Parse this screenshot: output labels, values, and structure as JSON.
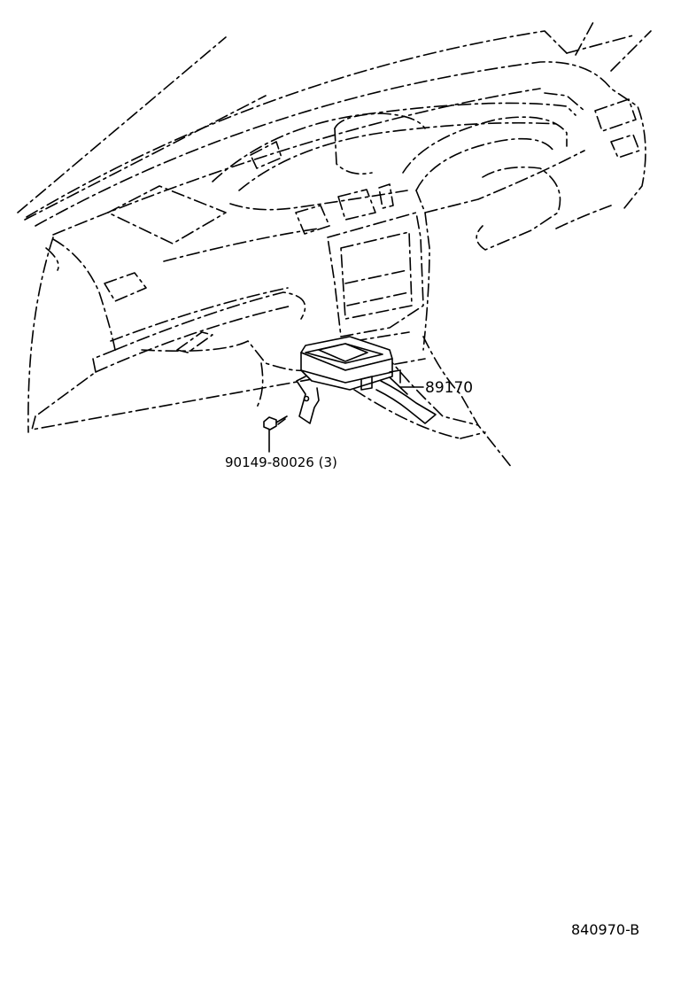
{
  "diagram": {
    "parts": [
      {
        "id": "computer-assy",
        "label": "89170"
      },
      {
        "id": "bolt",
        "label": "90149-80026 (3)"
      }
    ],
    "reference_code": "840970-B"
  }
}
